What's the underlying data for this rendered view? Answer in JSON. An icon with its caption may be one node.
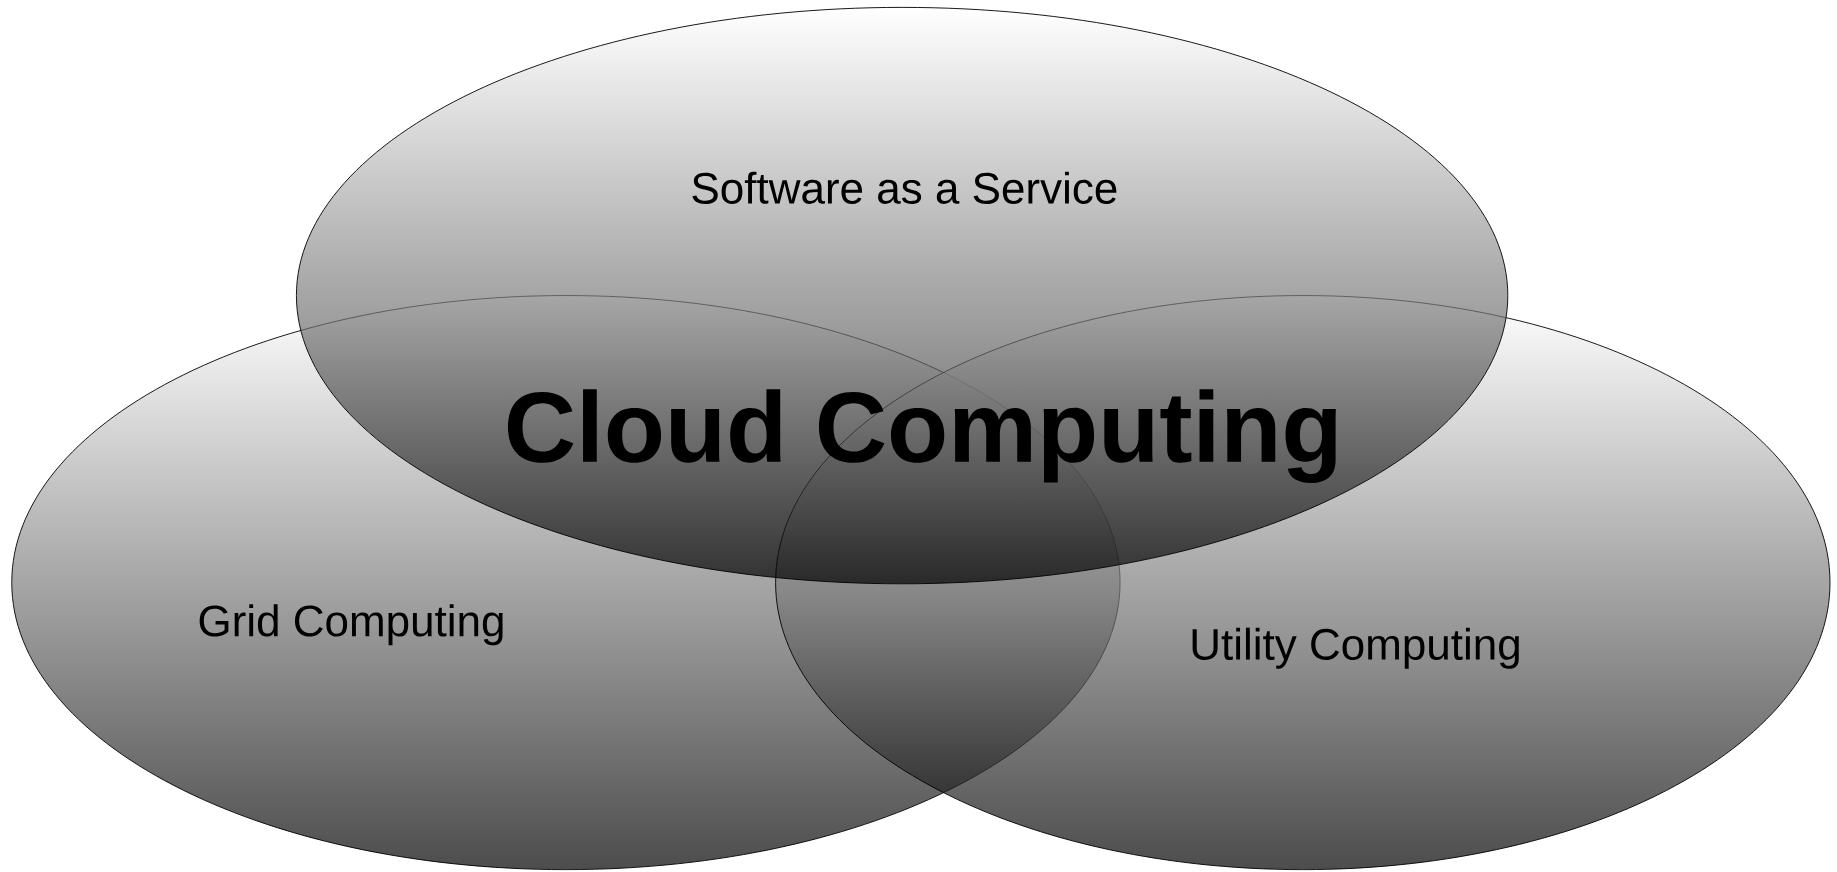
{
  "diagram": {
    "nodes": [
      {
        "text": [
          "Software as a Service"
        ]
      },
      {
        "text": [
          "Grid Computing"
        ]
      },
      {
        "text": [
          "Utility Computing"
        ]
      }
    ],
    "labels": [
      "Cloud Computing"
    ]
  }
}
